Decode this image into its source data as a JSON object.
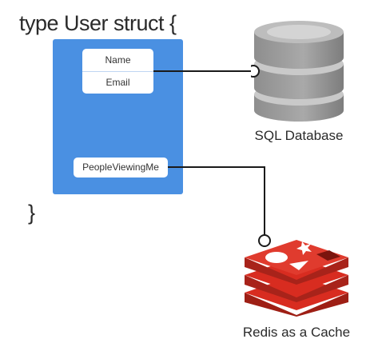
{
  "struct": {
    "header": "type User struct {",
    "footer": "}",
    "fields": {
      "name": "Name",
      "email": "Email",
      "people_viewing_me": "PeopleViewingMe"
    }
  },
  "targets": {
    "sql_database": "SQL Database",
    "redis_cache": "Redis as a Cache"
  },
  "colors": {
    "struct_fill": "#4a90e2",
    "redis_red": "#d82c20",
    "db_gray": "#9b9b9b"
  },
  "icons": {
    "database": "database-cylinder-icon",
    "redis": "redis-logo-icon"
  }
}
